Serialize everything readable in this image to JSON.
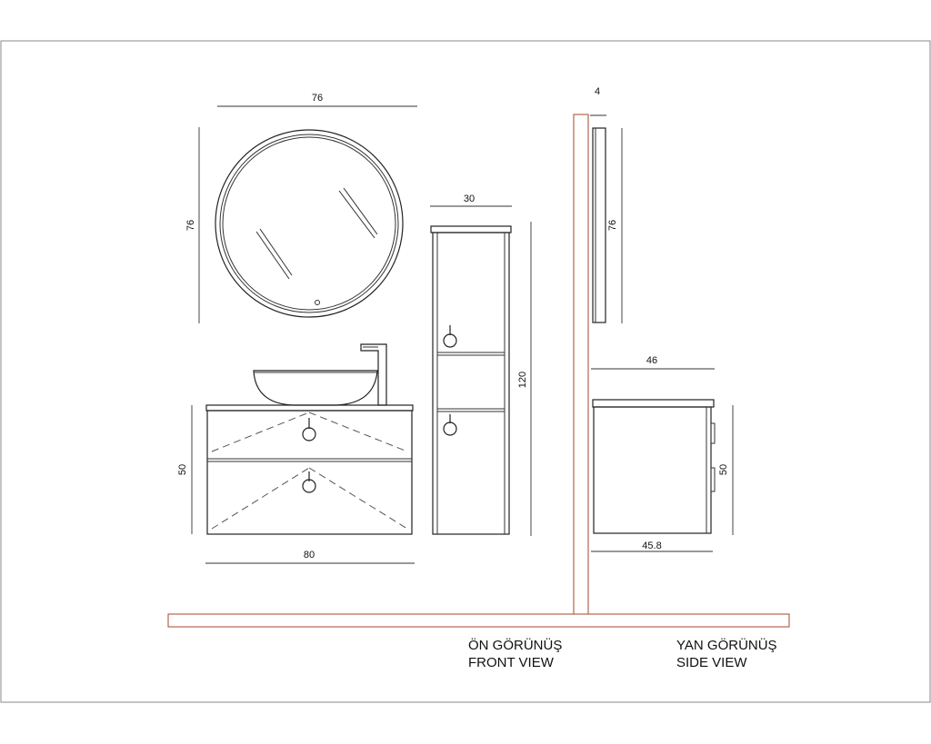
{
  "dimensions": {
    "mirror_width": "76",
    "mirror_height": "76",
    "tall_cabinet_width": "30",
    "tall_cabinet_height": "120",
    "vanity_width": "80",
    "vanity_height": "50",
    "mirror_depth": "4",
    "mirror_side_height": "76",
    "side_top_depth": "46",
    "side_height": "50",
    "side_bottom_depth": "45.8"
  },
  "labels": {
    "front_tr": "ÖN GÖRÜNÜŞ",
    "front_en": "FRONT VIEW",
    "side_tr": "YAN GÖRÜNÜŞ",
    "side_en": "SIDE VIEW"
  },
  "colors": {
    "wall_hatch": "#b25a3a",
    "line": "#333333"
  }
}
